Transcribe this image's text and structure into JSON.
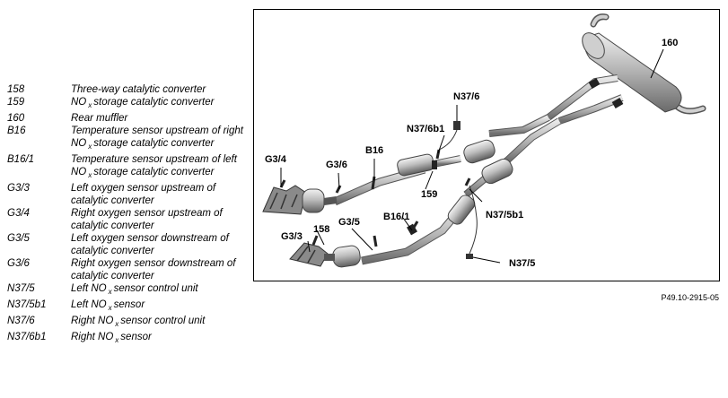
{
  "legend": [
    {
      "code": "158",
      "desc": "Three-way catalytic converter"
    },
    {
      "code": "159",
      "desc_pre": "NO",
      "desc_sub": "x",
      "desc_post": "storage catalytic converter"
    },
    {
      "code": "160",
      "desc": "Rear muffler"
    },
    {
      "code": "B16",
      "desc_pre": "Temperature sensor upstream of right NO",
      "desc_sub": "x",
      "desc_post": "storage catalytic converter"
    },
    {
      "code": "B16/1",
      "desc_pre": "Temperature sensor upstream of left NO",
      "desc_sub": "x",
      "desc_post": "storage catalytic converter"
    },
    {
      "code": "G3/3",
      "desc": "Left oxygen sensor upstream of catalytic converter"
    },
    {
      "code": "G3/4",
      "desc": "Right oxygen sensor upstream of catalytic converter"
    },
    {
      "code": "G3/5",
      "desc": "Left oxygen sensor downstream of catalytic converter"
    },
    {
      "code": "G3/6",
      "desc": "Right oxygen sensor downstream of catalytic converter"
    },
    {
      "code": "N37/5",
      "desc_pre": "Left NO",
      "desc_sub": "x",
      "desc_post": "sensor control unit"
    },
    {
      "code": "N37/5b1",
      "desc_pre": "Left NO",
      "desc_sub": "x",
      "desc_post": "sensor"
    },
    {
      "code": "N37/6",
      "desc_pre": "Right NO",
      "desc_sub": "x",
      "desc_post": "sensor control unit"
    },
    {
      "code": "N37/6b1",
      "desc_pre": "Right NO",
      "desc_sub": "x",
      "desc_post": "sensor"
    }
  ],
  "callouts": {
    "c160": "160",
    "n37_6": "N37/6",
    "n37_6b1": "N37/6b1",
    "b16": "B16",
    "g3_4": "G3/4",
    "g3_6": "G3/6",
    "c159": "159",
    "c158": "158",
    "n37_5b1": "N37/5b1",
    "g3_3": "G3/3",
    "g3_5": "G3/5",
    "b16_1": "B16/1",
    "n37_5": "N37/5"
  },
  "figure_ref": "P49.10-2915-05"
}
